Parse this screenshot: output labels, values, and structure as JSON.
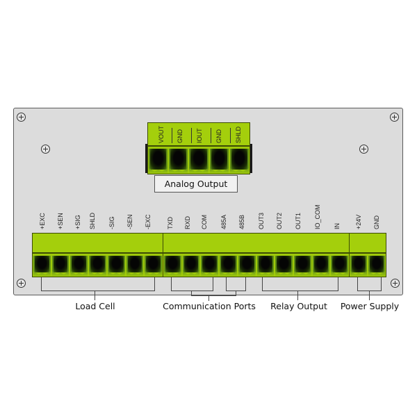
{
  "diagram": {
    "title": "Terminal connector panel",
    "colors": {
      "connector": "#a4cf0c",
      "panel": "#dcdcdc",
      "outline": "#3c4a06"
    },
    "analog_output": {
      "label": "Analog Output",
      "pins": [
        "VOUT",
        "GND",
        "IOUT",
        "GND",
        "SHLD"
      ]
    },
    "load_cell": {
      "label": "Load Cell",
      "pins": [
        "+EXC",
        "+SEN",
        "+SIG",
        "SHLD",
        "-SIG",
        "-SEN",
        "-EXC"
      ]
    },
    "communication_ports": {
      "label": "Communication Ports",
      "pins": [
        "TXD",
        "RXD",
        "COM",
        "485A",
        "485B"
      ]
    },
    "relay_output": {
      "label": "Relay Output",
      "pins": [
        "OUT3",
        "OUT2",
        "OUT1",
        "IO_COM",
        "IN"
      ]
    },
    "power_supply": {
      "label": "Power Supply",
      "pins": [
        "+24V",
        "GND"
      ]
    },
    "icons": {
      "screw": "screw-icon"
    }
  }
}
